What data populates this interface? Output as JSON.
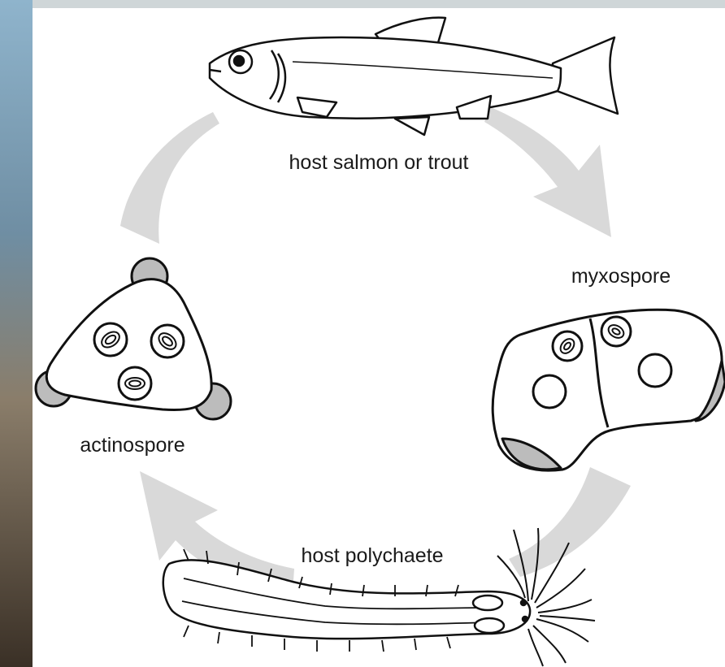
{
  "labels": {
    "fish": "host salmon or trout",
    "myxospore": "myxospore",
    "actinospore": "actinospore",
    "polychaete": "host polychaete"
  },
  "colors": {
    "arrow_fill": "#d9d9d9",
    "cap_fill": "#bcbcbc",
    "line": "#111111",
    "photo_top": "#7aa3bf",
    "photo_bottom": "#3a3026"
  }
}
